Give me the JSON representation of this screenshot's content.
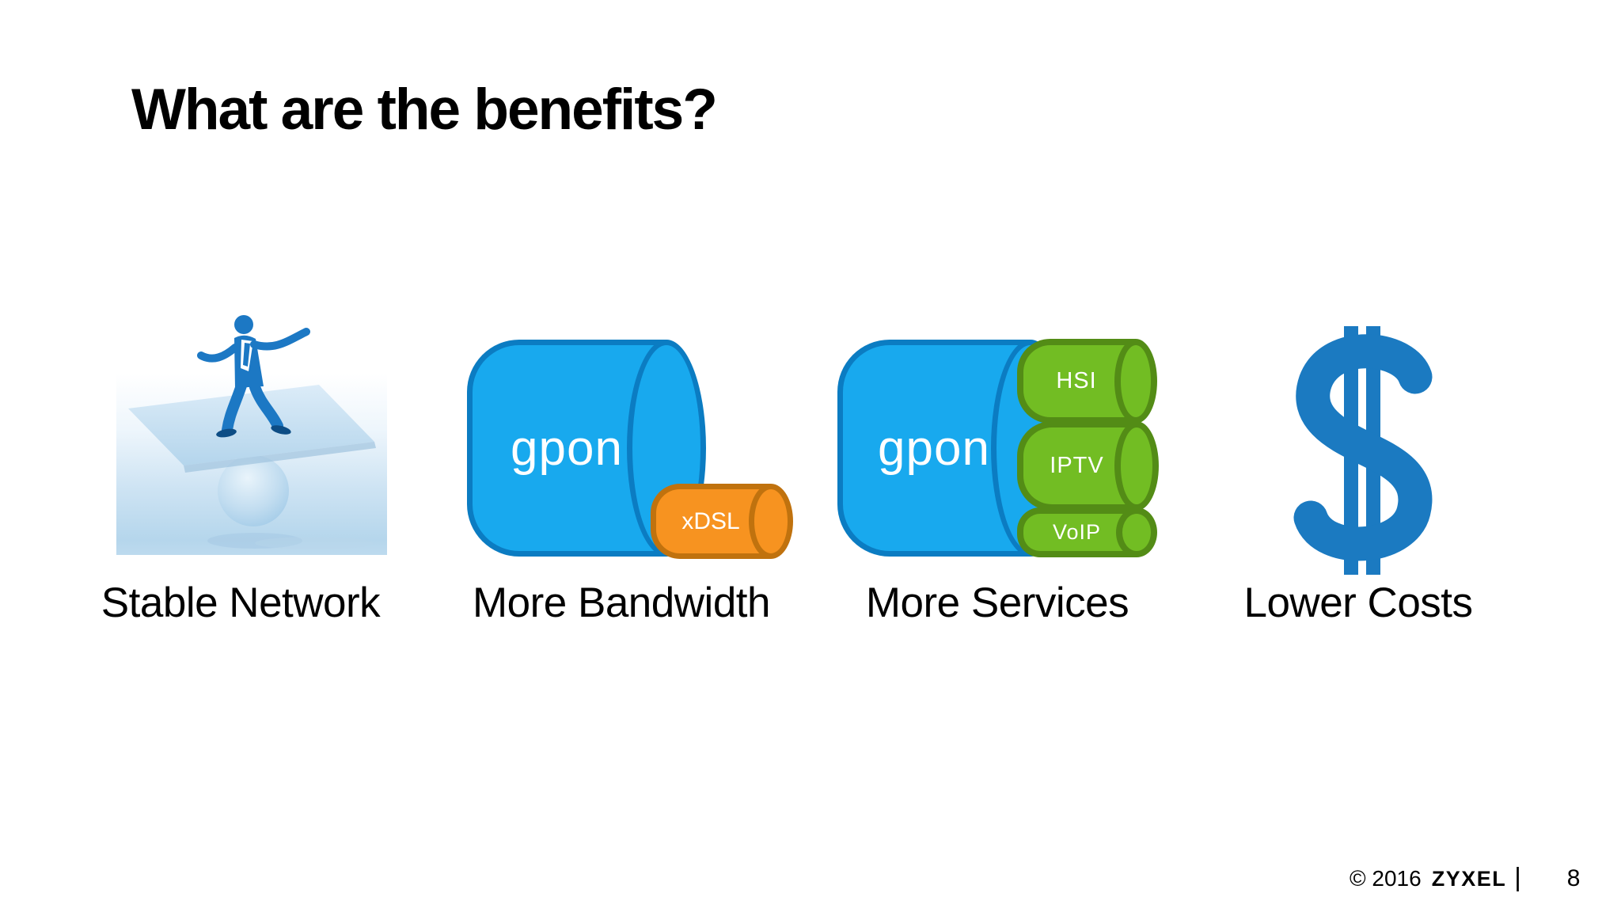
{
  "slide": {
    "title": "What are the benefits?",
    "page_number": "8",
    "footer": {
      "copyright": "© 2016",
      "brand": "ZYXEL",
      "separator": "|"
    },
    "benefits": [
      {
        "id": "stable-network",
        "label": "Stable Network",
        "illustration": "man-balancing-on-board-over-ball"
      },
      {
        "id": "more-bandwidth",
        "label": "More Bandwidth",
        "big_cylinder": "gpon",
        "small_cylinder": "xDSL"
      },
      {
        "id": "more-services",
        "label": "More Services",
        "big_cylinder": "gpon",
        "services": [
          "HSI",
          "IPTV",
          "VoIP"
        ]
      },
      {
        "id": "lower-costs",
        "label": "Lower Costs",
        "icon": "dollar-sign"
      }
    ],
    "colors": {
      "gpon_blue_fill": "#18a9ee",
      "gpon_blue_outline": "#0b7cc2",
      "xdsl_orange_fill": "#f79320",
      "xdsl_orange_outline": "#c0720e",
      "service_green_fill": "#72bd23",
      "service_green_outline": "#538c16",
      "dollar_blue": "#1b7ac1",
      "title_text": "#000000"
    }
  }
}
